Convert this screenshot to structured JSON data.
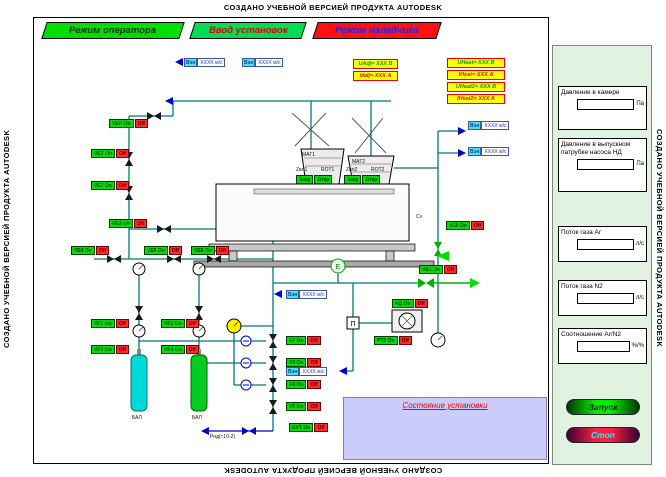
{
  "watermark": {
    "text": "СОЗДАНО УЧЕБНОЙ ВЕРСИЕЙ ПРОДУКТА AUTODESK"
  },
  "tabs": [
    {
      "label": "Режим оператора"
    },
    {
      "label": "Ввод установок"
    },
    {
      "label": "Режим наладчика"
    }
  ],
  "power": {
    "adj": [
      {
        "label": "UAdj= XXX В"
      },
      {
        "label": "IAdj= XXX А"
      }
    ],
    "heat": [
      {
        "label": "UHeat= XXX В"
      },
      {
        "label": "IHeat= XXX А"
      },
      {
        "label": "UHeat2= XXX В"
      },
      {
        "label": "IHeat2= XXX А"
      }
    ]
  },
  "flow": [
    {
      "tag": "Вэн",
      "value": "XXXX м/с"
    },
    {
      "tag": "Вэн",
      "value": "XXXX м/с"
    },
    {
      "tag": "Вэн",
      "value": "XXXX м/с"
    },
    {
      "tag": "Вэн",
      "value": "XXXX м/с"
    },
    {
      "tag": "Вэн",
      "value": "XXXX м/с"
    },
    {
      "tag": "Вэн",
      "value": "XXXX м/с"
    }
  ],
  "indicators": [
    {
      "on": "VER On",
      "off": "Off"
    },
    {
      "on": "VET On",
      "off": "Off"
    },
    {
      "on": "VE7 On",
      "off": "Off"
    },
    {
      "on": "VE3 On",
      "off": "Off"
    },
    {
      "on": "VE4 On",
      "off": "Off"
    },
    {
      "on": "VE5 On",
      "off": "Off"
    },
    {
      "on": "VE8 On",
      "off": "Off"
    },
    {
      "on": "VF1 On",
      "off": "Off"
    },
    {
      "on": "VF2 On",
      "off": "Off"
    },
    {
      "on": "VF3 On",
      "off": "Off"
    },
    {
      "on": "VF4 On",
      "off": "Off"
    },
    {
      "on": "V2 On",
      "off": "Off"
    },
    {
      "on": "V3 On",
      "off": "Off"
    },
    {
      "on": "V4 On",
      "off": "Off"
    },
    {
      "on": "V5 On",
      "off": "Off"
    },
    {
      "on": "KVT On",
      "off": "Off"
    },
    {
      "on": "НД On",
      "off": "Off"
    },
    {
      "on": "PT2 On",
      "off": "Off"
    },
    {
      "on": "VE1 On",
      "off": "Off"
    },
    {
      "on": "VE9 On",
      "off": "Off"
    }
  ],
  "shutters": [
    {
      "closed": "Закр",
      "open": "Откр"
    },
    {
      "closed": "Закр",
      "open": "Откр"
    }
  ],
  "labels": {
    "mag1": "МАГ1",
    "mag2": "МАГ2",
    "z1": "Zвл1",
    "rot1": "ROT1",
    "z2": "Zвл2",
    "rot2": "ROT2",
    "cv": "Cv",
    "bal1": "БАЛ",
    "bal2": "БАЛ",
    "pnd": "Рнд(≈10-2)",
    "e": "E",
    "p": "П"
  },
  "status": {
    "title": "Состояние установки"
  },
  "panel": {
    "fields": [
      {
        "label": "Давление в камере",
        "unit": "Па"
      },
      {
        "label": "Давление в выпускном патрубке насоса НД",
        "unit": "Па"
      },
      {
        "label": "Поток газа Ar",
        "unit": "л/с"
      },
      {
        "label": "Поток газа N2",
        "unit": "л/с"
      },
      {
        "label": "Соотношение Ar/N2",
        "unit": "%/%"
      }
    ],
    "start": "Запуск",
    "stop": "Стоп"
  }
}
